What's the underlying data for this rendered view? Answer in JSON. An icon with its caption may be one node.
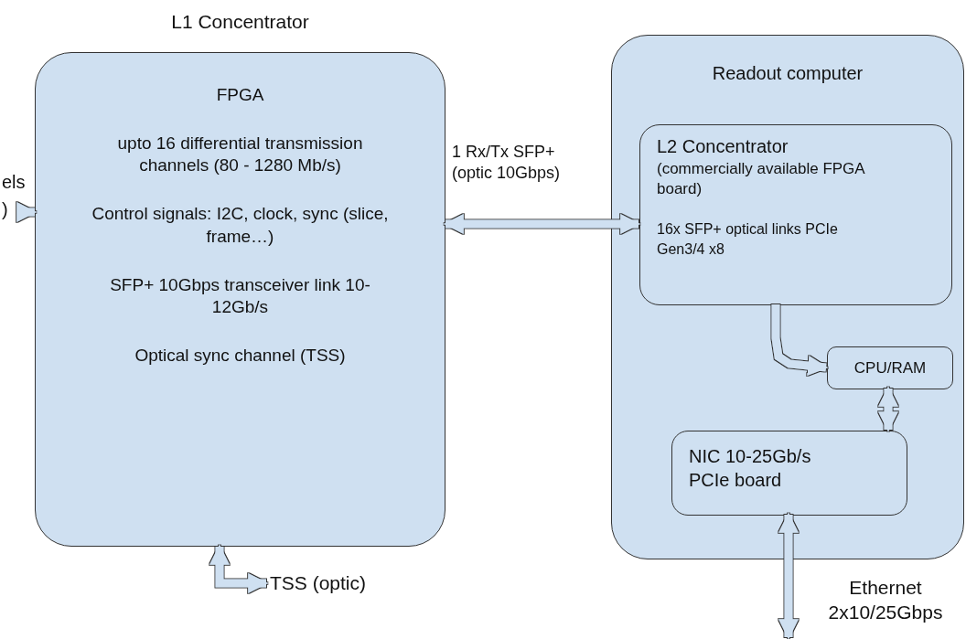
{
  "diagram": {
    "nodes": [
      {
        "text": [
          "L1 Concentrator",
          "FPGA",
          "upto 16 differential transmission channels (80 - 1280 Mb/s)",
          "Control signals: I2C, clock, sync (slice, frame…)",
          "SFP+ 10Gbps transceiver link 10-12Gb/s",
          "Optical sync channel (TSS)"
        ]
      },
      {
        "text": [
          "Readout computer"
        ]
      },
      {
        "text": [
          "L2 Concentrator",
          "(commercially available FPGA board)",
          "16x SFP+ optical links PCIe Gen3/4 x8"
        ],
        "in": 1
      },
      {
        "text": [
          "CPU/RAM"
        ],
        "in": 1
      },
      {
        "text": [
          "NIC 10-25Gb/s PCIe board"
        ],
        "in": 1
      },
      {
        "text": [
          "TSS (optic)"
        ]
      },
      {
        "text": [
          "els )"
        ]
      }
    ],
    "edges": [
      {
        "from": 6,
        "to": 0,
        "arrow": "to"
      },
      {
        "from": 0,
        "to": 2,
        "arrow": "both",
        "label": "1 Rx/Tx SFP+ (optic 10Gbps)"
      },
      {
        "from": 2,
        "to": 3,
        "arrow": "to"
      },
      {
        "from": 3,
        "to": 4,
        "arrow": "both"
      },
      {
        "from": 4,
        "to": null,
        "arrow": "both",
        "label": "Ethernet 2x10/25Gbps"
      },
      {
        "from": 0,
        "to": 5,
        "arrow": "both"
      }
    ]
  }
}
